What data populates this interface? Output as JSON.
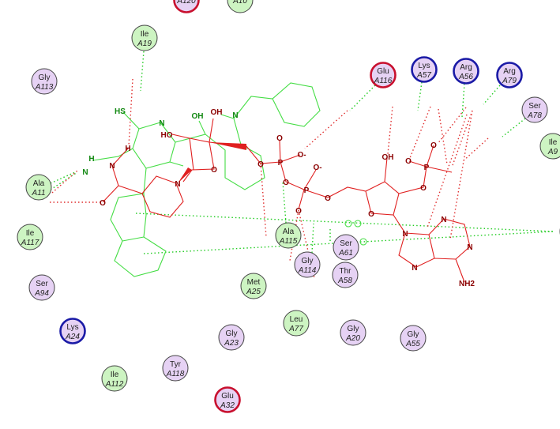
{
  "colors": {
    "hydrophobic_fill": "#cdf4c2",
    "polar_fill": "#e6d2f4",
    "neutral_stroke": "#444444",
    "acidic_stroke": "#c8102e",
    "basic_stroke": "#1a1aa6",
    "ligand_red": "#e02020",
    "ligand_green": "#44dd44"
  },
  "residues": [
    {
      "name": "",
      "chain": "A120",
      "kind": "polar",
      "charge": "acidic"
    },
    {
      "name": "",
      "chain": "A10",
      "kind": "hydrophobic",
      "charge": "neutral"
    },
    {
      "name": "Ile",
      "chain": "A19",
      "kind": "hydrophobic",
      "charge": "neutral"
    },
    {
      "name": "Gly",
      "chain": "A113",
      "kind": "polar",
      "charge": "neutral"
    },
    {
      "name": "Glu",
      "chain": "A116",
      "kind": "polar",
      "charge": "acidic"
    },
    {
      "name": "Lys",
      "chain": "A57",
      "kind": "polar",
      "charge": "basic"
    },
    {
      "name": "Arg",
      "chain": "A56",
      "kind": "polar",
      "charge": "basic"
    },
    {
      "name": "Arg",
      "chain": "A79",
      "kind": "polar",
      "charge": "basic"
    },
    {
      "name": "Ser",
      "chain": "A78",
      "kind": "polar",
      "charge": "neutral"
    },
    {
      "name": "Ile",
      "chain": "A9",
      "kind": "hydrophobic",
      "charge": "neutral"
    },
    {
      "name": "Ala",
      "chain": "A11",
      "kind": "hydrophobic",
      "charge": "neutral"
    },
    {
      "name": "Ile",
      "chain": "A117",
      "kind": "hydrophobic",
      "charge": "neutral"
    },
    {
      "name": "Ala",
      "chain": "A115",
      "kind": "hydrophobic",
      "charge": "neutral"
    },
    {
      "name": "Ser",
      "chain": "A61",
      "kind": "polar",
      "charge": "neutral"
    },
    {
      "name": "Gly",
      "chain": "A114",
      "kind": "polar",
      "charge": "neutral"
    },
    {
      "name": "Thr",
      "chain": "A58",
      "kind": "polar",
      "charge": "neutral"
    },
    {
      "name": "Ser",
      "chain": "A94",
      "kind": "polar",
      "charge": "neutral"
    },
    {
      "name": "Met",
      "chain": "A25",
      "kind": "hydrophobic",
      "charge": "neutral"
    },
    {
      "name": "Lys",
      "chain": "A24",
      "kind": "polar",
      "charge": "basic"
    },
    {
      "name": "Leu",
      "chain": "A77",
      "kind": "hydrophobic",
      "charge": "neutral"
    },
    {
      "name": "Gly",
      "chain": "A23",
      "kind": "polar",
      "charge": "neutral"
    },
    {
      "name": "Gly",
      "chain": "A20",
      "kind": "polar",
      "charge": "neutral"
    },
    {
      "name": "Gly",
      "chain": "A55",
      "kind": "polar",
      "charge": "neutral"
    },
    {
      "name": "Tyr",
      "chain": "A118",
      "kind": "polar",
      "charge": "neutral"
    },
    {
      "name": "Ile",
      "chain": "A112",
      "kind": "hydrophobic",
      "charge": "neutral"
    },
    {
      "name": "Glu",
      "chain": "A32",
      "kind": "polar",
      "charge": "acidic"
    },
    {
      "name": "",
      "chain": "",
      "kind": "hydrophobic",
      "charge": "neutral"
    }
  ],
  "ligand_red_atoms": [
    "N",
    "H",
    "O",
    "N",
    "HO",
    "OH",
    "O",
    "O",
    "P",
    "O",
    "O-",
    "O",
    "P",
    "O-",
    "O",
    "O",
    "OH",
    "O",
    "O",
    "P",
    "O",
    "O",
    "N",
    "N",
    "N",
    "N",
    "NH2"
  ],
  "ligand_green_atoms": [
    "HS",
    "N",
    "N",
    "H",
    "OH",
    "N"
  ]
}
